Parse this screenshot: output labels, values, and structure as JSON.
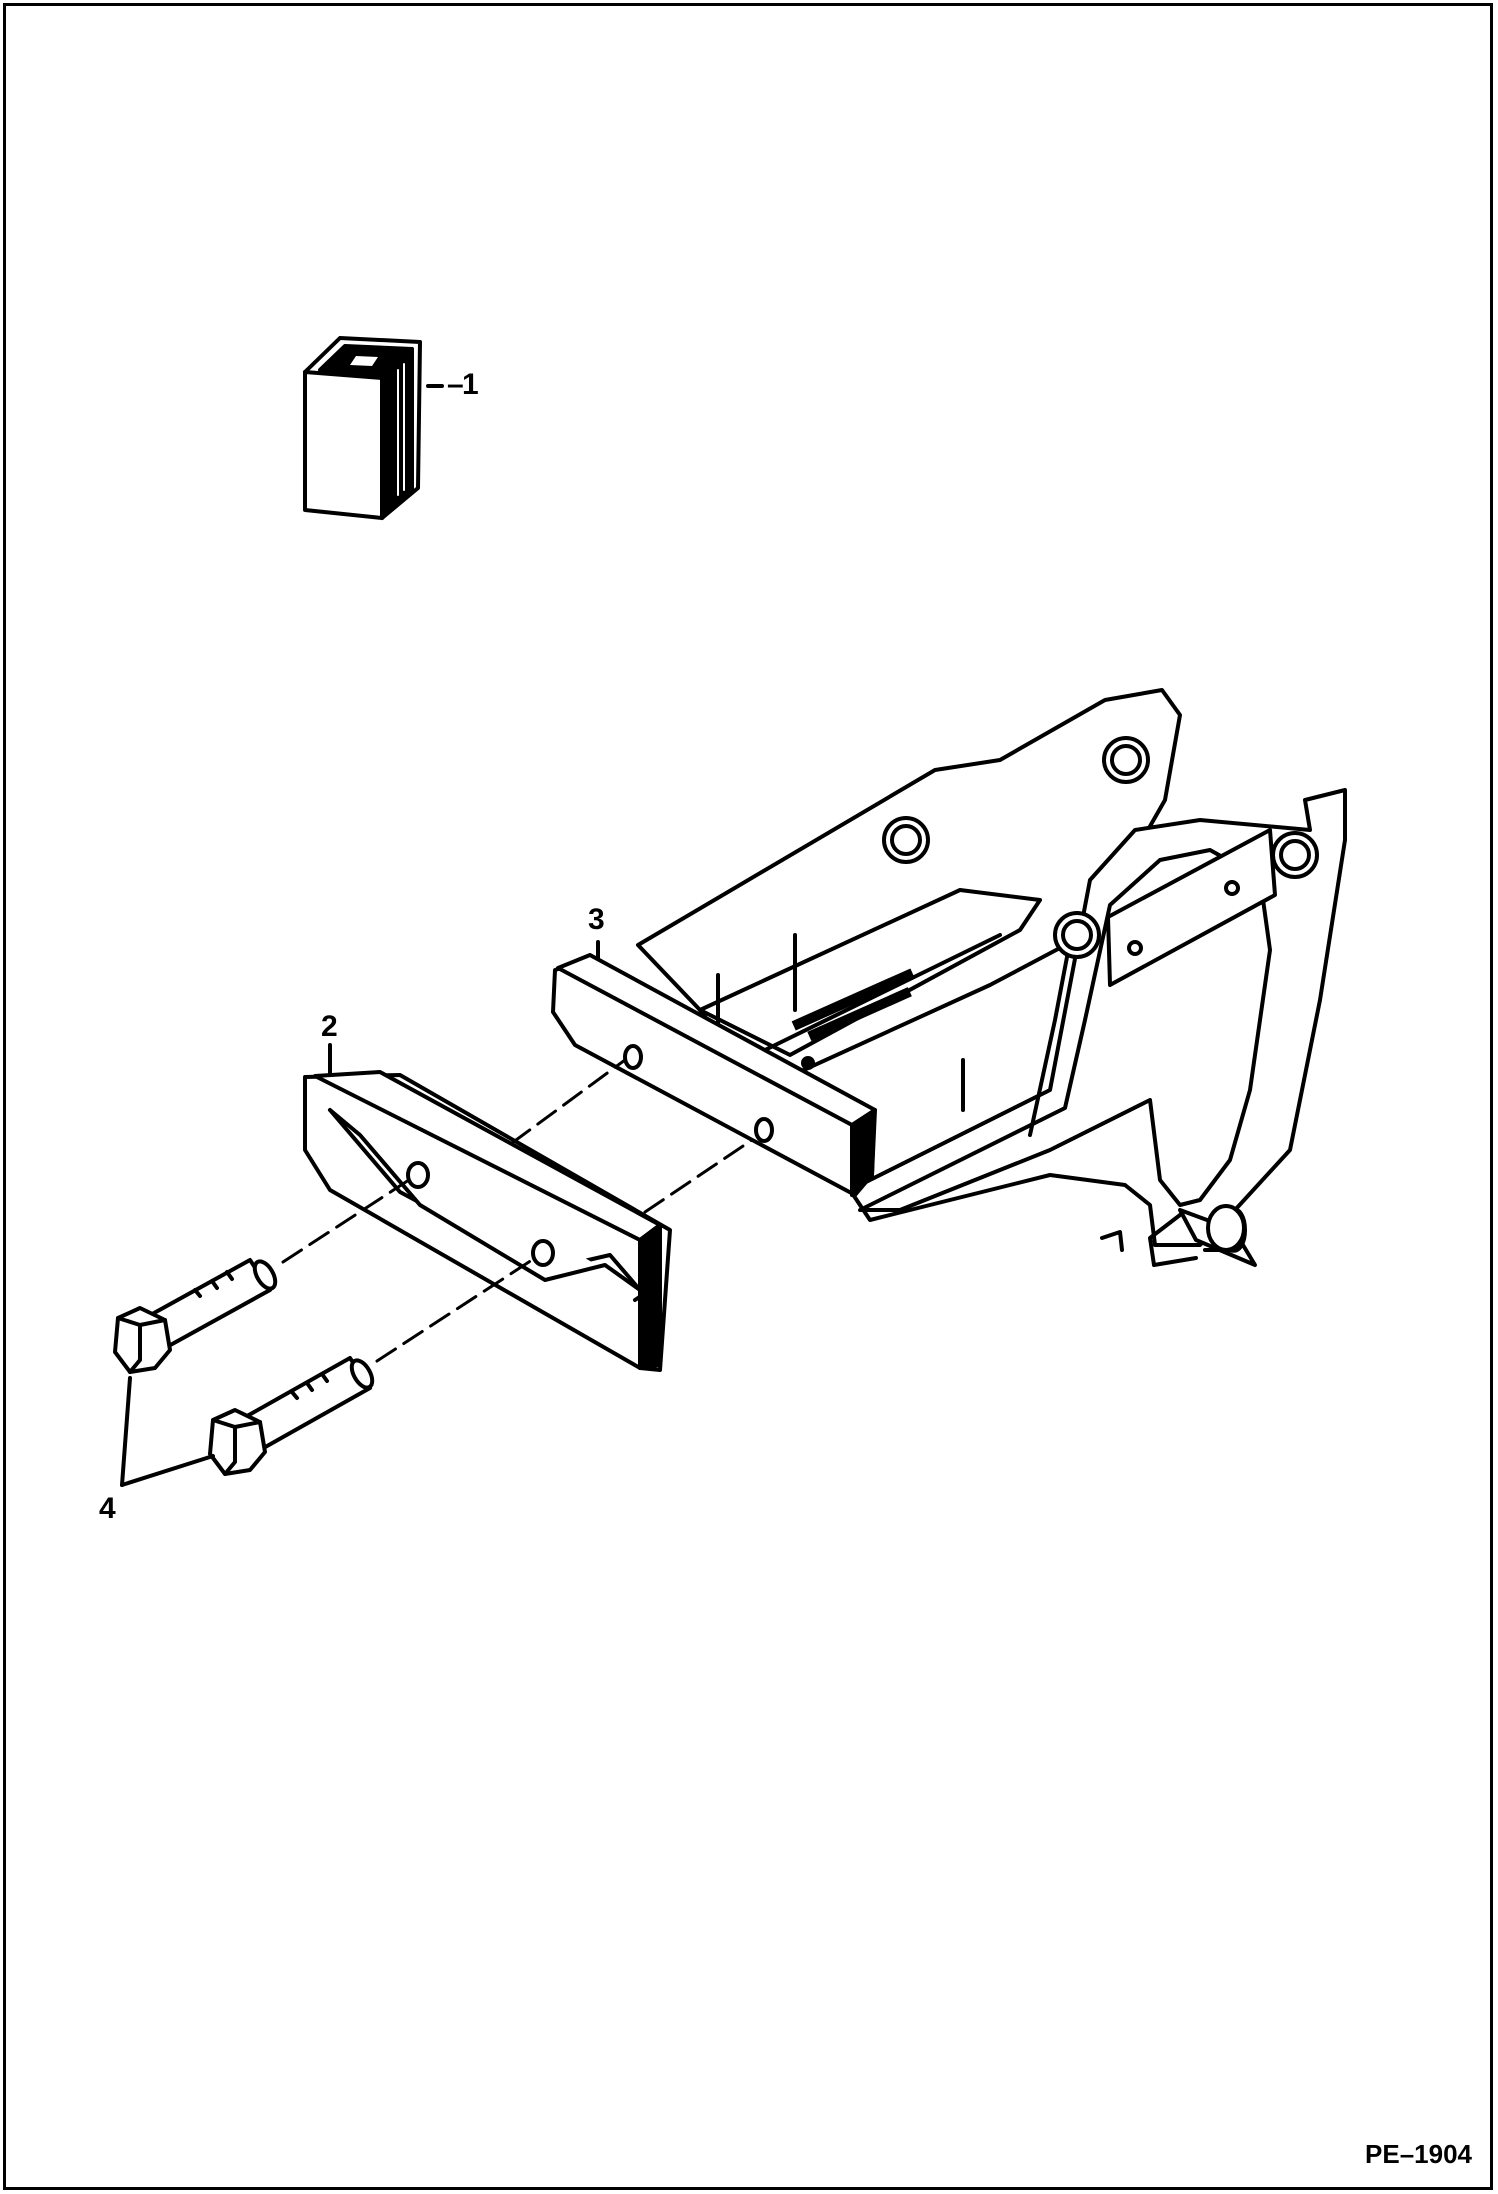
{
  "callouts": {
    "item1": "1",
    "item2": "2",
    "item3": "3",
    "item4": "4"
  },
  "figure_id": "PE–1904",
  "colors": {
    "line": "#000000",
    "background": "#ffffff"
  }
}
